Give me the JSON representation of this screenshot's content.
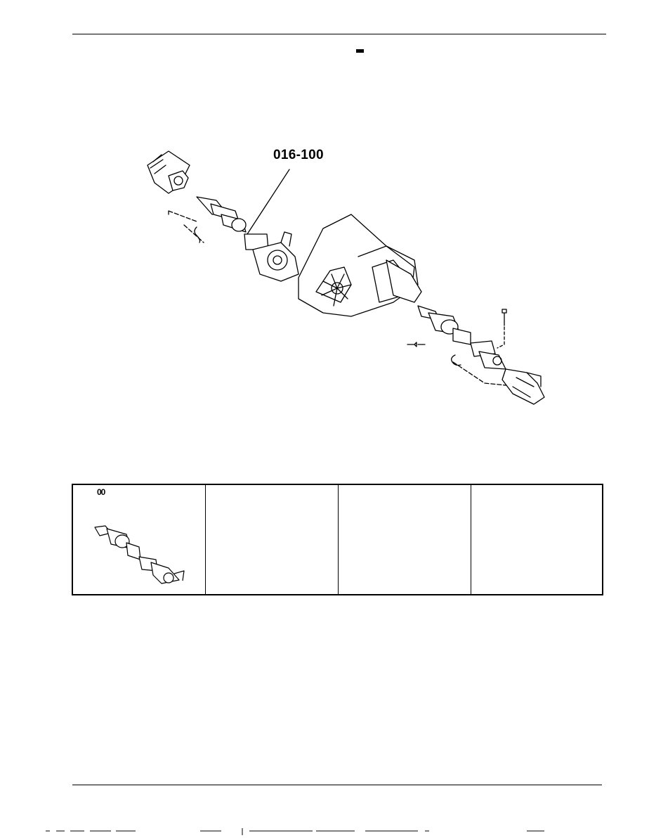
{
  "header": {
    "mark": ""
  },
  "figure": {
    "callout_label": "016-100",
    "parts": [
      "front-yoke",
      "front-shaft-tube",
      "universal-joint-front",
      "double-cardan-housing",
      "transfer-case",
      "rear-shaft-tube",
      "universal-joint-rear",
      "grease-fitting-upper",
      "grease-fitting-lower",
      "rear-yoke",
      "retaining-clip-front",
      "retaining-clip-rear"
    ]
  },
  "tool_table": {
    "columns": 4,
    "cell_1": {
      "code": "00",
      "image": "driveshaft-tool-icon"
    },
    "cell_2": {
      "text": ""
    },
    "cell_3": {
      "text": ""
    },
    "cell_4": {
      "text": ""
    }
  },
  "colors": {
    "ink": "#000000",
    "paper": "#ffffff",
    "shade": "#d8d8d8"
  }
}
